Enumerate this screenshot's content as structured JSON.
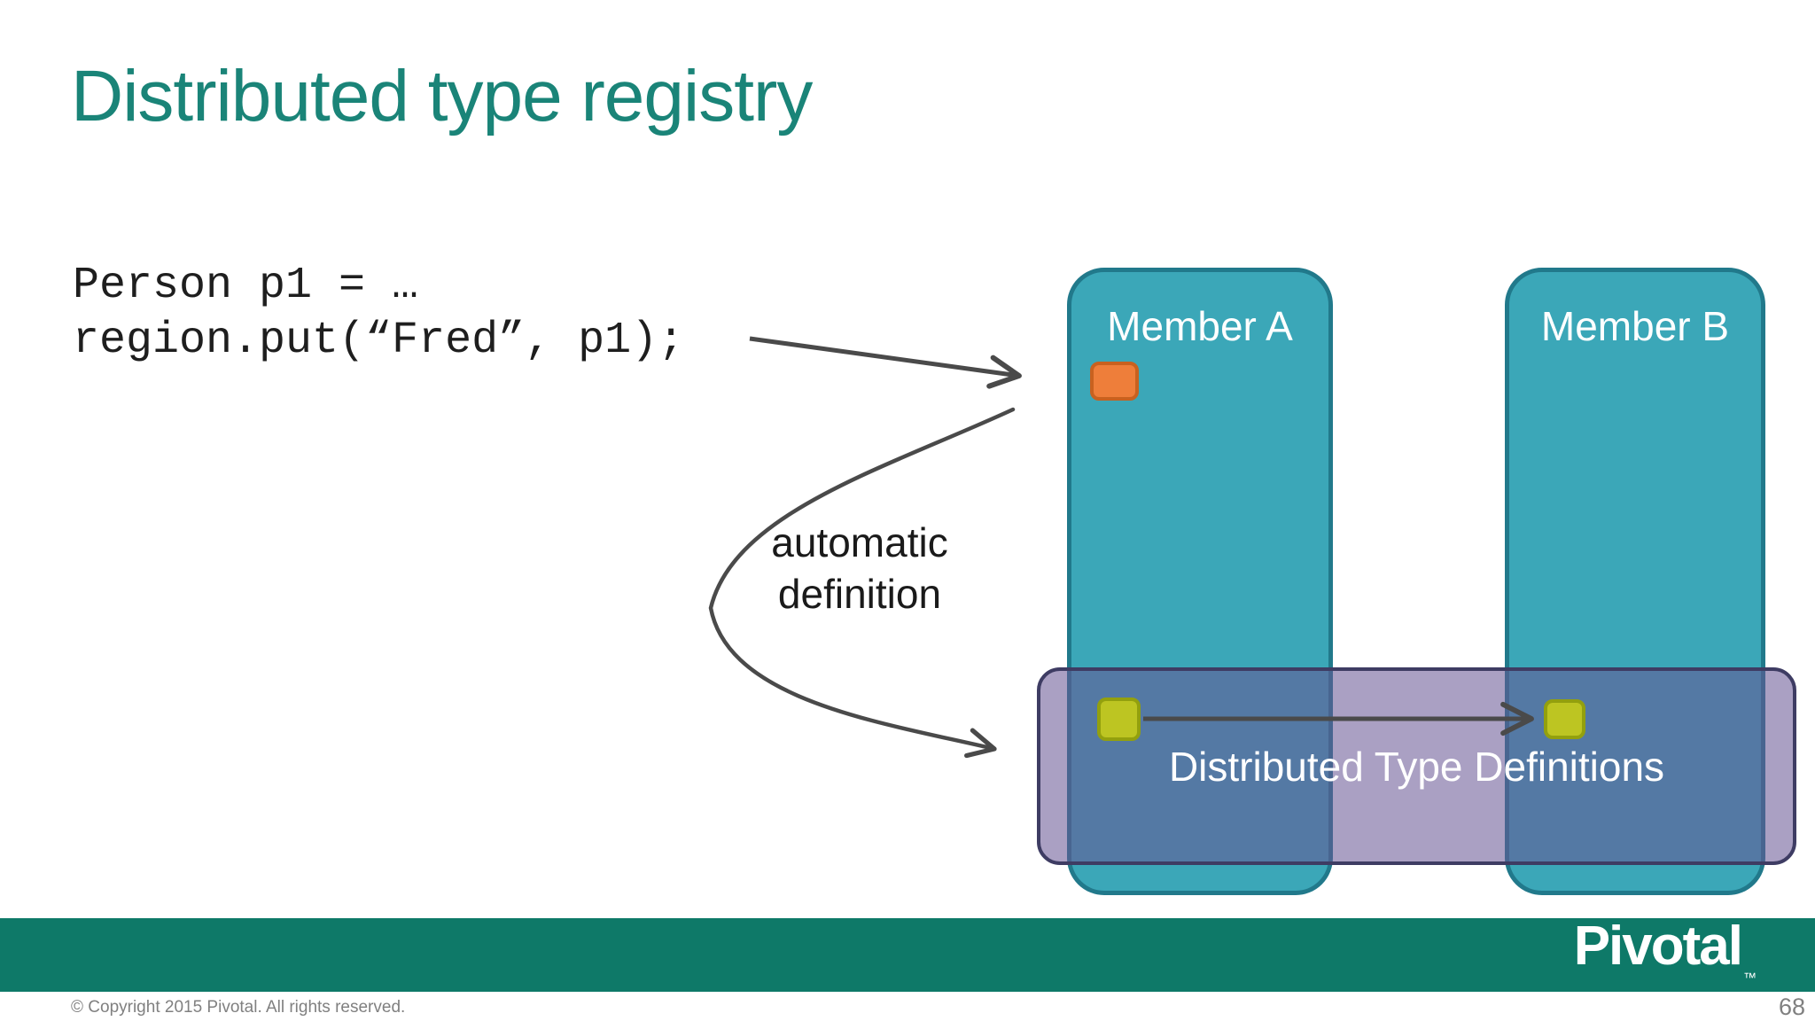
{
  "slide": {
    "title": "Distributed type registry",
    "code": {
      "line1": "Person p1 = …",
      "line2": "region.put(“Fred”, p1);"
    },
    "annotation": {
      "line1": "automatic",
      "line2": "definition"
    },
    "diagram": {
      "member_a": {
        "label": "Member A"
      },
      "member_b": {
        "label": "Member B"
      },
      "type_definitions": {
        "label": "Distributed Type Definitions"
      }
    },
    "footer": {
      "logo": "Pivotal",
      "trademark": "™",
      "copyright": "© Copyright 2015 Pivotal. All rights reserved.",
      "page_number": "68"
    },
    "colors": {
      "title_teal": "#1a8478",
      "member_fill": "#3ba7b8",
      "member_border": "#21798b",
      "member_label_text": "#ffffff",
      "orange_fill": "#ee7e3a",
      "orange_border": "#c8611f",
      "purple_fill": "rgba(103,86,148,0.56)",
      "purple_border": "#3e3c63",
      "green_fill": "#bdc522",
      "green_border": "#93a00e",
      "arrow": "#4a4a4a",
      "footer_bar": "#0e7968",
      "footer_text": "#808080",
      "code_text": "#1e1e1e",
      "annotation_text": "#1a1a1a"
    }
  }
}
